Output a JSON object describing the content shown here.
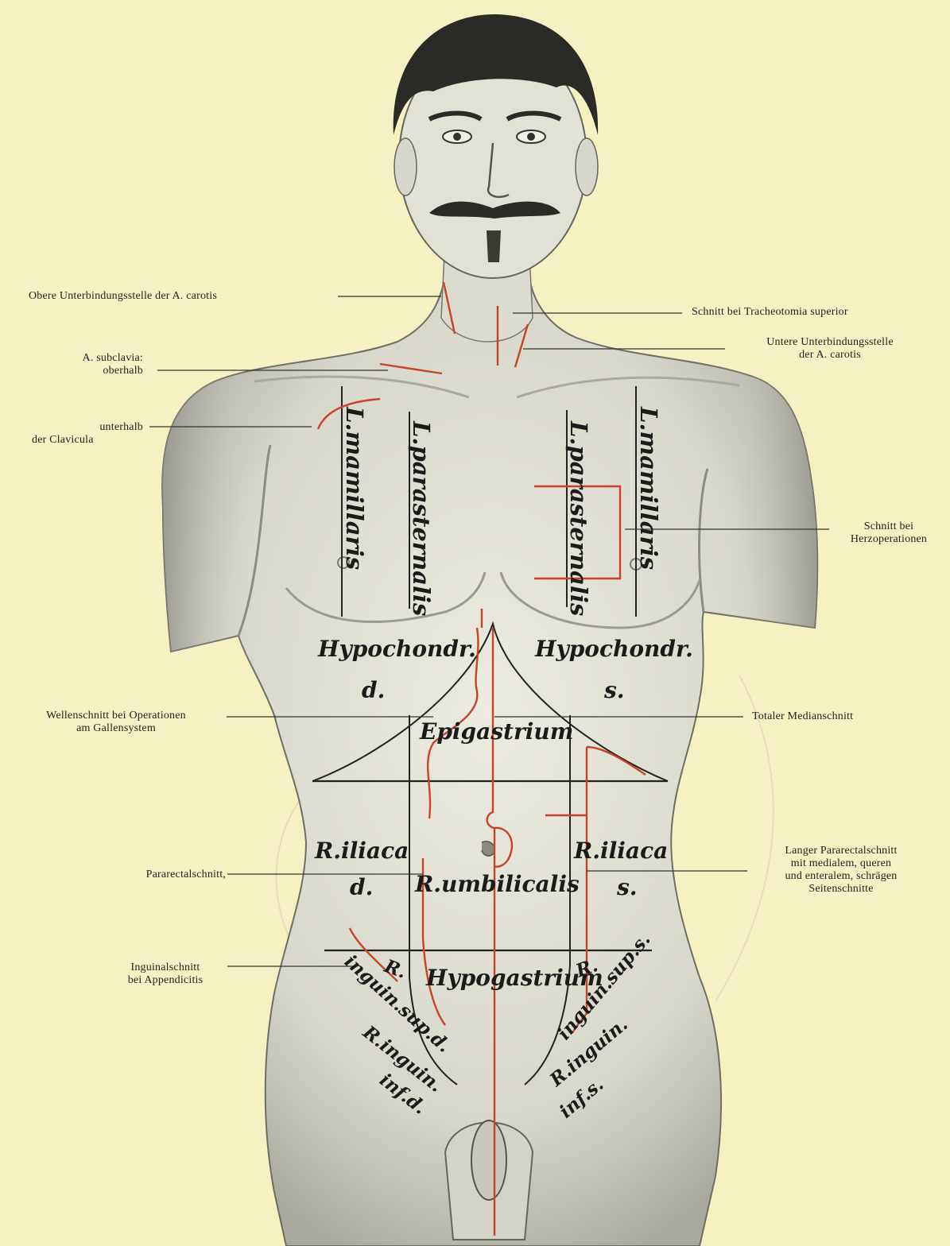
{
  "annotations": {
    "obere_carotis": "Obere Unterbindungsstelle der A. carotis",
    "tracheotomia": "Schnitt bei Tracheotomia superior",
    "untere_carotis_1": "Untere Unterbindungsstelle",
    "untere_carotis_2": "der A. carotis",
    "subclavia_1": "A. subclavia:",
    "subclavia_2": "oberhalb",
    "unterhalb_1": "unterhalb",
    "unterhalb_2": "der Clavicula",
    "herz_1": "Schnitt bei",
    "herz_2": "Herzoperationen",
    "wellen_1": "Wellenschnitt bei Operationen",
    "wellen_2": "am Gallensystem",
    "median": "Totaler Medianschnitt",
    "pararectal": "Pararectalschnitt,",
    "langer_1": "Langer Pararectalschnitt",
    "langer_2": "mit medialem, queren",
    "langer_3": "und enteralem, schrägen",
    "langer_4": "Seitenschnitte",
    "inguinal_1": "Inguinalschnitt",
    "inguinal_2": "bei Appendicitis"
  },
  "body_labels": {
    "mamillaris_r": "L.mamillaris",
    "parasternalis_r": "L.parasternalis",
    "parasternalis_l": "L.parasternalis",
    "mamillaris_l": "L.mamillaris",
    "hypochondr_d": "Hypochondr.",
    "hypochondr_d_side": "d.",
    "hypochondr_s": "Hypochondr.",
    "hypochondr_s_side": "s.",
    "epigastrium": "Epigastrium",
    "iliaca_d": "R.iliaca",
    "iliaca_d_side": "d.",
    "umbilicalis": "R.umbilicalis",
    "iliaca_s": "R.iliaca",
    "iliaca_s_side": "s.",
    "hypogastrium": "Hypogastrium",
    "inguin_sup_d_1": "R.",
    "inguin_sup_d_2": "inguin.sup.d.",
    "inguin_sup_s_1": "R.",
    "inguin_sup_s_2": "inguin.sup.s.",
    "inguin_inf_d_1": "R.inguin.",
    "inguin_inf_d_2": "inf.d.",
    "inguin_inf_s_1": "R.inguin.",
    "inguin_inf_s_2": "inf.s."
  },
  "colors": {
    "paper": "#f6f1c3",
    "incision_red": "#c8432a",
    "ink": "#1b1b1b"
  }
}
